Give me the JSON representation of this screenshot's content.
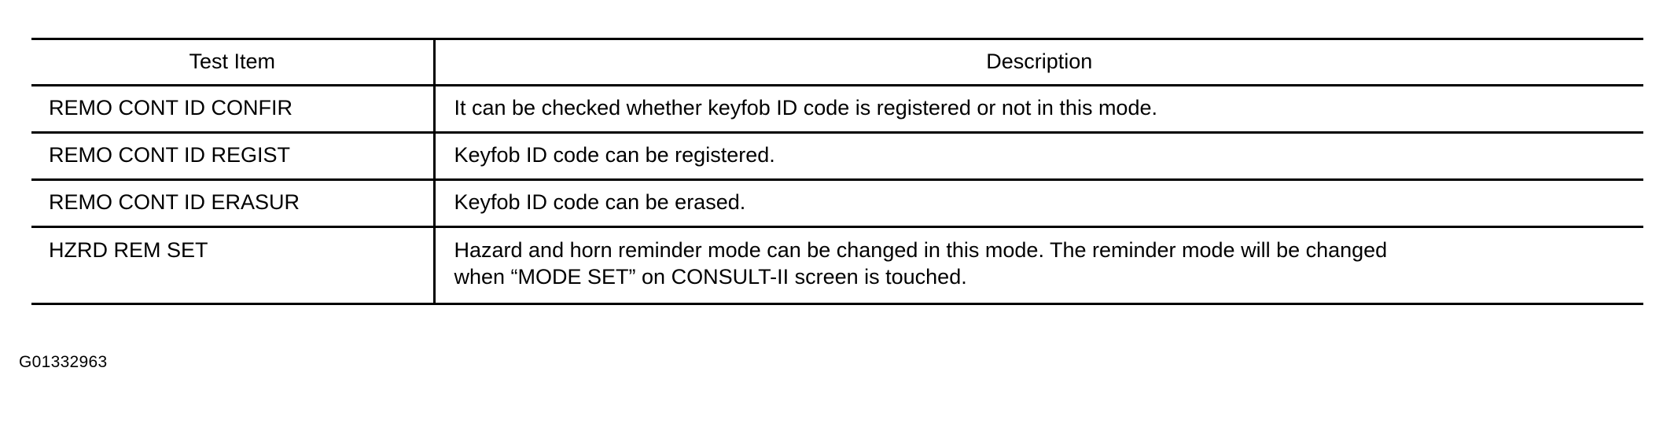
{
  "table": {
    "columns": [
      {
        "key": "test_item",
        "header": "Test Item"
      },
      {
        "key": "description",
        "header": "Description"
      }
    ],
    "rows": [
      {
        "test_item": "REMO CONT ID CONFIR",
        "description_lines": [
          "It can be checked whether keyfob ID code is registered or not in this mode."
        ]
      },
      {
        "test_item": "REMO CONT ID REGIST",
        "description_lines": [
          "Keyfob ID code can be registered."
        ]
      },
      {
        "test_item": "REMO CONT ID ERASUR",
        "description_lines": [
          "Keyfob ID code can be erased."
        ]
      },
      {
        "test_item": "HZRD REM SET",
        "description_lines": [
          "Hazard and horn reminder mode can be changed in this mode. The reminder mode will be changed",
          "when “MODE SET” on CONSULT-II screen is touched."
        ]
      }
    ]
  },
  "figure": {
    "caption": "G01332963"
  },
  "colors": {
    "rule": "#000000",
    "text": "#000000",
    "background": "#ffffff"
  }
}
